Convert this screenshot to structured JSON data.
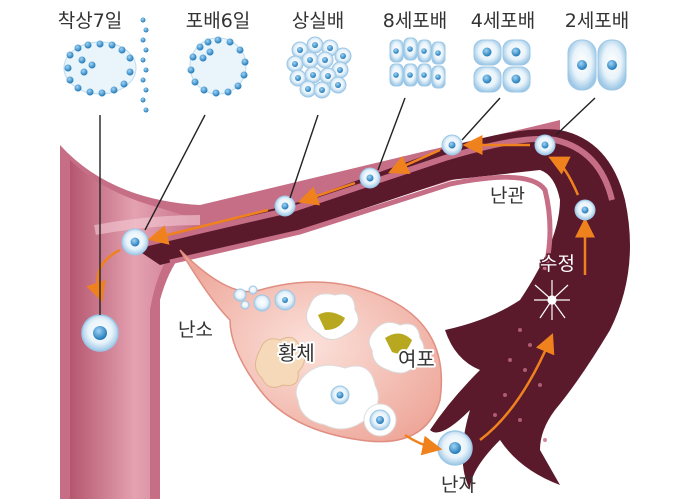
{
  "labels": {
    "stages": [
      "착상7일",
      "포배6일",
      "상실배",
      "8세포배",
      "4세포배",
      "2세포배"
    ],
    "fallopian_tube": "난관",
    "fertilization": "수정",
    "ovary": "난소",
    "corpus_luteum": "황체",
    "follicle": "여포",
    "egg": "난자"
  },
  "colors": {
    "uterus_outer": "#d98fa0",
    "uterus_inner": "#a84a66",
    "tube_dark": "#5a1a2c",
    "tube_wall": "#c56e86",
    "ovary": "#f2b8ad",
    "arrow": "#f0821e",
    "cell_blue": "#3a9ad9"
  }
}
